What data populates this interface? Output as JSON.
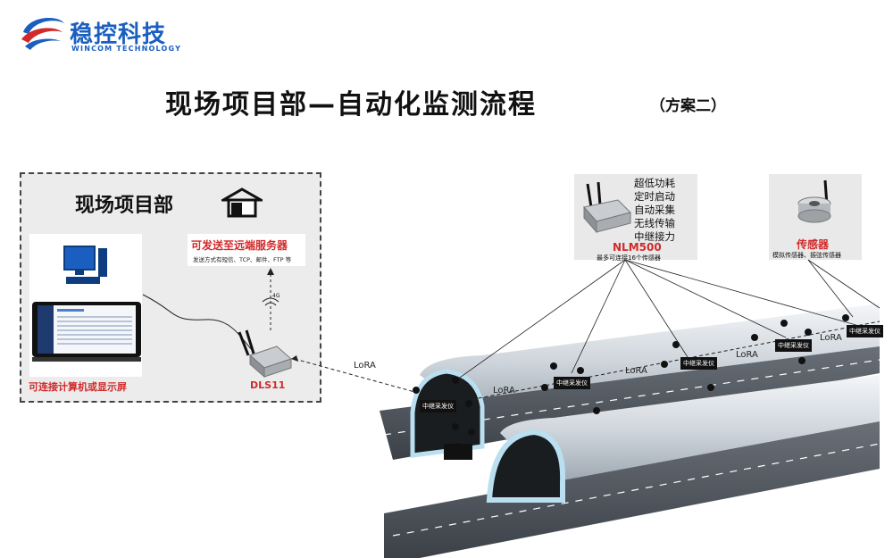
{
  "brand": {
    "name": "稳控科技",
    "sub": "WINCOM TECHNOLOGY",
    "color": "#1a5fc0"
  },
  "title": "现场项目部—自动化监测流程",
  "subtitle": "（方案二）",
  "project": {
    "title": "现场项目部",
    "computer_label": "可连接计算机或显示屏",
    "server_label": "可发送至远端服务器",
    "server_methods": "发送方式有短信、TCP、邮件、FTP 等",
    "gateway_label": "DLS11",
    "net_tag": "4G"
  },
  "nlm": {
    "features": [
      "超低功耗",
      "定时启动",
      "自动采集",
      "无线传输",
      "中继接力"
    ],
    "name": "NLM500",
    "note": "最多可连接16个传感器"
  },
  "sensor": {
    "name": "传感器",
    "note": "模拟传感器、振弦传感器"
  },
  "links": {
    "lora": "LoRA"
  },
  "relay": {
    "label": "中继采发仪"
  },
  "colors": {
    "accent_red": "#d12a2a"
  }
}
